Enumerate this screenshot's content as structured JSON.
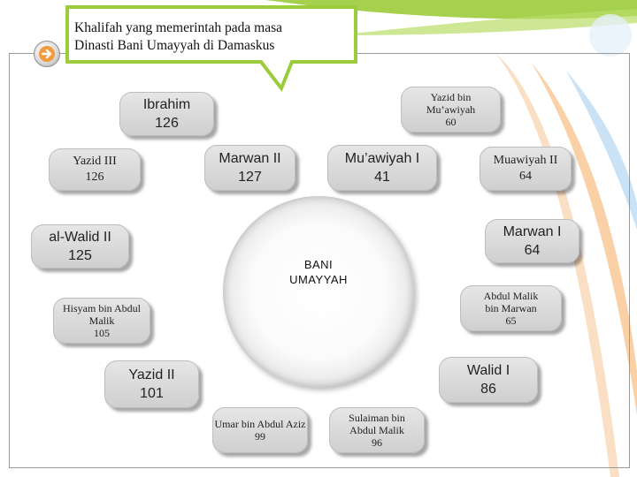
{
  "callout": {
    "line1": "Khalifah  yang  memerintah  pada  masa",
    "line2": "Dinasti Bani Umayyah di  Damaskus"
  },
  "icons": {
    "nav": "arrow-right-icon"
  },
  "colors": {
    "accent_green": "#9bcc3c",
    "accent_orange": "#f39a3c",
    "accent_blue": "#79b7e6"
  },
  "center": {
    "line1": "BANI",
    "line2": "UMAYYAH"
  },
  "nodes": {
    "yazid_muawiyah": {
      "line1": "Yazid bin",
      "line2": "Mu’awiyah",
      "line3": "60"
    },
    "ibrahim": {
      "line1": "Ibrahim",
      "line2": "126"
    },
    "marwan_ii": {
      "line1": "Marwan II",
      "line2": "127"
    },
    "muawiyah_i": {
      "line1": "Mu’awiyah I",
      "line2": "41"
    },
    "yazid_iii": {
      "line1": "Yazid III",
      "line2": "126"
    },
    "muawiyah_ii": {
      "line1": "Muawiyah II",
      "line2": "64"
    },
    "al_walid_ii": {
      "line1": "al-Walid II",
      "line2": "125"
    },
    "marwan_i": {
      "line1": "Marwan I",
      "line2": "64"
    },
    "abdul_malik": {
      "line1": "Abdul Malik",
      "line2": "bin Marwan",
      "line3": "65"
    },
    "hisyam": {
      "line1": "Hisyam bin Abdul",
      "line2": "Malik",
      "line3": "105"
    },
    "yazid_ii": {
      "line1": "Yazid II",
      "line2": "101"
    },
    "walid_i": {
      "line1": "Walid I",
      "line2": "86"
    },
    "umar": {
      "line1": "Umar bin Abdul Aziz",
      "line2": "99"
    },
    "sulaiman": {
      "line1": "Sulaiman bin",
      "line2": "Abdul Malik",
      "line3": "96"
    }
  }
}
